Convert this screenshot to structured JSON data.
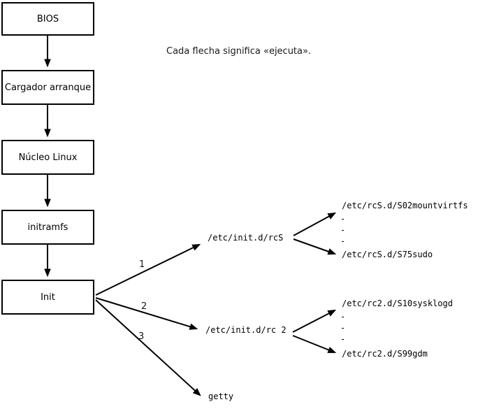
{
  "note": "Cada flecha significa «ejecuta».",
  "boxes": {
    "bios": "BIOS",
    "bootloader": "Cargador arranque",
    "kernel": "Núcleo Linux",
    "initramfs": "initramfs",
    "init": "Init"
  },
  "branches": [
    {
      "number": "1",
      "target": "/etc/init.d/rcS"
    },
    {
      "number": "2",
      "target": "/etc/init.d/rc 2"
    },
    {
      "number": "3",
      "target": "getty"
    }
  ],
  "rcs_scripts": {
    "first": "/etc/rcS.d/S02mountvirtfs",
    "dash": "-",
    "last": "/etc/rcS.d/S75sudo"
  },
  "rc2_scripts": {
    "first": "/etc/rc2.d/S10sysklogd",
    "dash": "-",
    "last": "/etc/rc2.d/S99gdm"
  },
  "colors": {
    "background": "#ffffff",
    "line": "#000000"
  }
}
